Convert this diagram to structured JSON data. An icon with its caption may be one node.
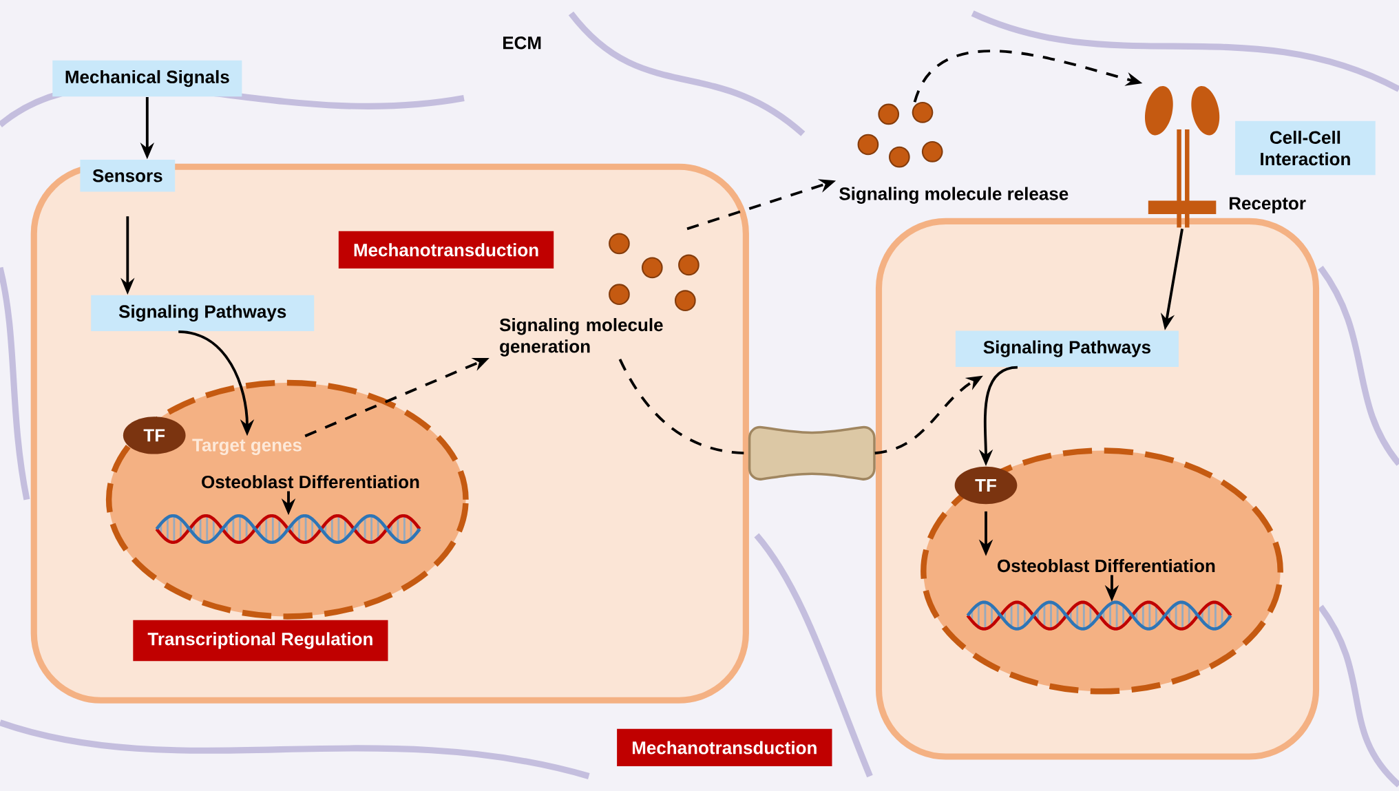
{
  "diagram": {
    "nodes": [
      {
        "text": [
          "Mechanical Signals"
        ]
      },
      {
        "text": [
          "Sensors"
        ]
      },
      {
        "text": [],
        "shape": "box"
      },
      {
        "text": [
          "Mechanotransduction"
        ],
        "in": 2
      },
      {
        "text": [
          "Signaling Pathways"
        ],
        "in": 2
      },
      {
        "text": [],
        "shape": "ellipse",
        "in": 2
      },
      {
        "text": [
          "TF"
        ],
        "in": 5
      },
      {
        "text": [
          "Target genes"
        ],
        "in": 5
      },
      {
        "text": [
          "Osteoblast Differentiation"
        ],
        "in": 5
      },
      {
        "text": [],
        "shape": "picture",
        "in": 5
      },
      {
        "text": [],
        "shape": "picture",
        "in": 2
      },
      {
        "text": [
          "Signaling molecule generation"
        ],
        "in": 2
      },
      {
        "text": [
          "Transcriptional Regulation"
        ],
        "in": 2
      },
      {
        "text": [],
        "shape": "picture"
      },
      {
        "text": [
          "Signaling molecule release"
        ]
      },
      {
        "text": [],
        "shape": "picture",
        "beside": [
          "Receptor"
        ]
      },
      {
        "text": [
          "Cell-Cell Interaction"
        ]
      },
      {
        "text": [],
        "shape": "box"
      },
      {
        "text": [
          "Signaling Pathways"
        ],
        "in": 17
      },
      {
        "text": [],
        "shape": "ellipse",
        "in": 17
      },
      {
        "text": [
          "TF"
        ],
        "in": 19
      },
      {
        "text": [
          "Osteoblast Differentiation"
        ],
        "in": 19
      },
      {
        "text": [],
        "shape": "picture",
        "in": 19
      },
      {
        "text": [],
        "shape": "box"
      },
      {
        "text": [
          "Mechanotransduction"
        ]
      }
    ],
    "edges": [
      {
        "from": 0,
        "to": 1,
        "arrow": "to"
      },
      {
        "from": 1,
        "to": 4,
        "arrow": "to"
      },
      {
        "from": 4,
        "to": 7,
        "arrow": "to"
      },
      {
        "from": 7,
        "to": 11,
        "arrow": "to",
        "style": "dashed"
      },
      {
        "from": 10,
        "to": 14,
        "arrow": "to",
        "style": "dashed"
      },
      {
        "from": 13,
        "to": 15,
        "arrow": "to",
        "style": "dashed"
      },
      {
        "from": 15,
        "to": 18,
        "arrow": "to"
      },
      {
        "from": 11,
        "to": 23,
        "arrow": "none",
        "style": "dashed"
      },
      {
        "from": 23,
        "to": 18,
        "arrow": "to",
        "style": "dashed"
      },
      {
        "from": 18,
        "to": 20,
        "arrow": "to"
      },
      {
        "from": 20,
        "to": 21,
        "arrow": "to"
      },
      {
        "from": 21,
        "to": 22,
        "arrow": "to"
      },
      {
        "from": 8,
        "to": 9,
        "arrow": "to"
      }
    ],
    "labels": [
      "ECM"
    ]
  }
}
